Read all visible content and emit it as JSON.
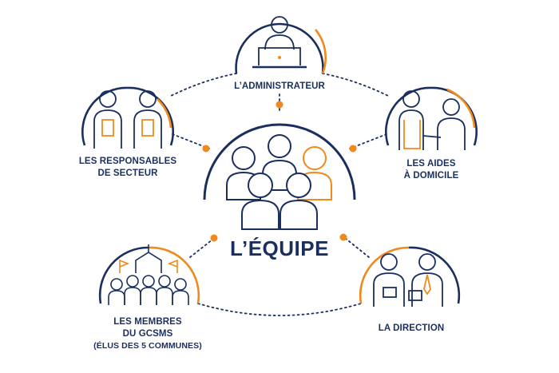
{
  "center": {
    "title": "L’ÉQUIPE"
  },
  "nodes": {
    "admin": {
      "label": "L’ADMINISTRATEUR"
    },
    "responsables": {
      "line1": "LES RESPONSABLES",
      "line2": "DE SECTEUR"
    },
    "aides": {
      "line1": "LES AIDES",
      "line2": "À DOMICILE"
    },
    "membres": {
      "line1": "LES MEMBRES",
      "line2": "DU GCSMS",
      "line3": "(ÉLUS DES 5 COMMUNES)"
    },
    "direction": {
      "label": "LA DIRECTION"
    }
  },
  "colors": {
    "navy": "#1b2f5e",
    "orange": "#f08a1c",
    "background": "#ffffff"
  }
}
